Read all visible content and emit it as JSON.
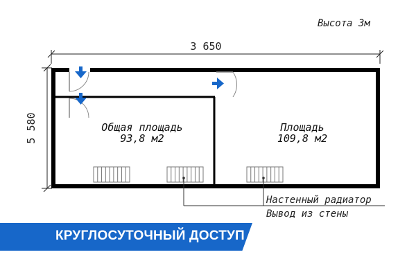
{
  "height_note": "Высота 3м",
  "dimensions": {
    "width_label": "3 650",
    "depth_label": "5 580"
  },
  "rooms": [
    {
      "name": "Общая площадь",
      "area": "93,8 м2"
    },
    {
      "name": "Площадь",
      "area": "109,8 м2"
    }
  ],
  "legend": {
    "radiator": "Настенный радиатор",
    "outlet": "Вывод из стены"
  },
  "banner": {
    "text": "КРУГЛОСУТОЧНЫЙ ДОСТУП"
  },
  "colors": {
    "wall": "#000000",
    "accent": "#1767c9",
    "door_arrow": "#1767c9"
  },
  "icons": {
    "door": "door-swing-icon",
    "arrow": "arrow-icon",
    "radiator": "radiator-icon"
  }
}
